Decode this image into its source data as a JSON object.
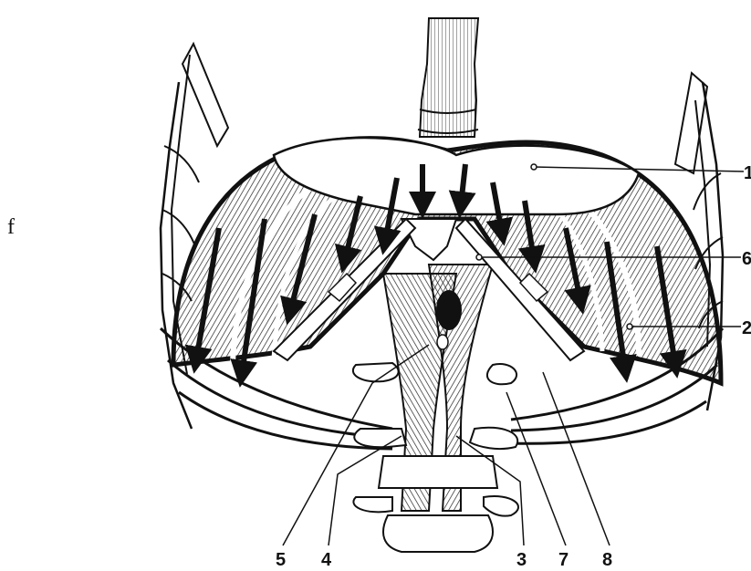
{
  "panel_letter": "f",
  "labels": {
    "bottom": [
      "5",
      "4",
      "3",
      "7",
      "8"
    ],
    "right_edge": [
      "1",
      "6",
      "2"
    ]
  },
  "colors": {
    "ink": "#111111",
    "paper": "#ffffff"
  }
}
